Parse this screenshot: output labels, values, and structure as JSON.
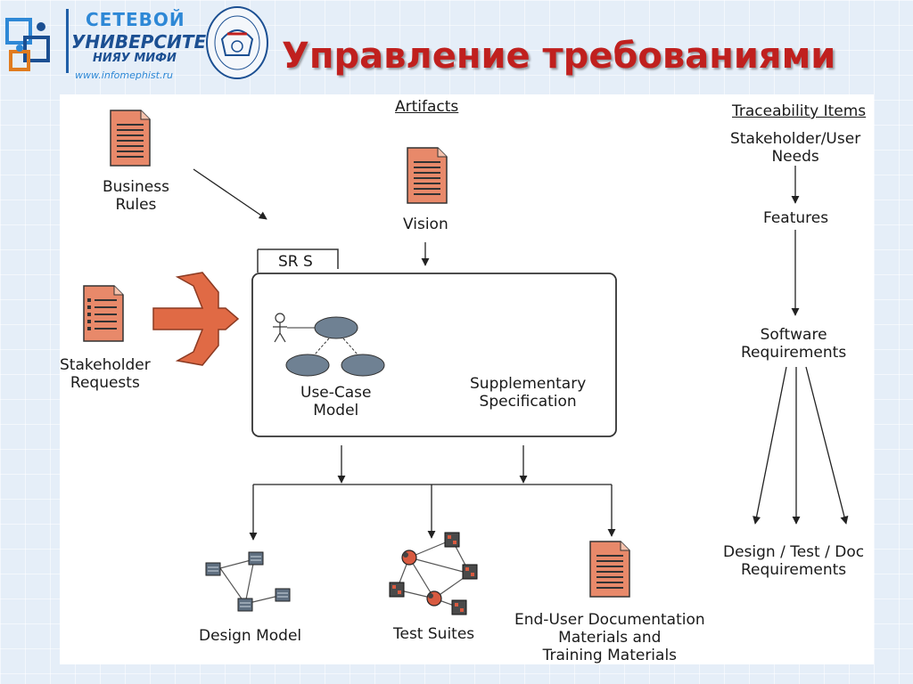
{
  "header": {
    "brand_line1": "СЕТЕВОЙ",
    "brand_line2": "УНИВЕРСИТЕТ",
    "brand_line3": "НИЯУ МИФИ",
    "brand_url": "www.infomephist.ru",
    "title": "Управление требованиями"
  },
  "diagram": {
    "artifacts_heading": "Artifacts",
    "traceability_heading": "Traceability Items",
    "business_rules": "Business\nRules",
    "vision": "Vision",
    "srs_tab": "SR S",
    "stakeholder_requests": "Stakeholder\nRequests",
    "use_case_model": "Use-Case\nModel",
    "supplementary_spec": "Supplementary\nSpecification",
    "design_model": "Design Model",
    "test_suites": "Test Suites",
    "end_user_docs": "End-User Documentation\nMaterials and\nTraining Materials",
    "trace_needs": "Stakeholder/User\nNeeds",
    "trace_features": "Features",
    "trace_software_req": "Software\nRequirements",
    "trace_design_req": "Design / Test / Doc\nRequirements"
  },
  "colors": {
    "title": "#c0201e",
    "doc_fill": "#e8896a",
    "arrow_fill": "#e06a45",
    "brand_dark": "#1b4f92",
    "brand_light": "#2e88d6"
  }
}
